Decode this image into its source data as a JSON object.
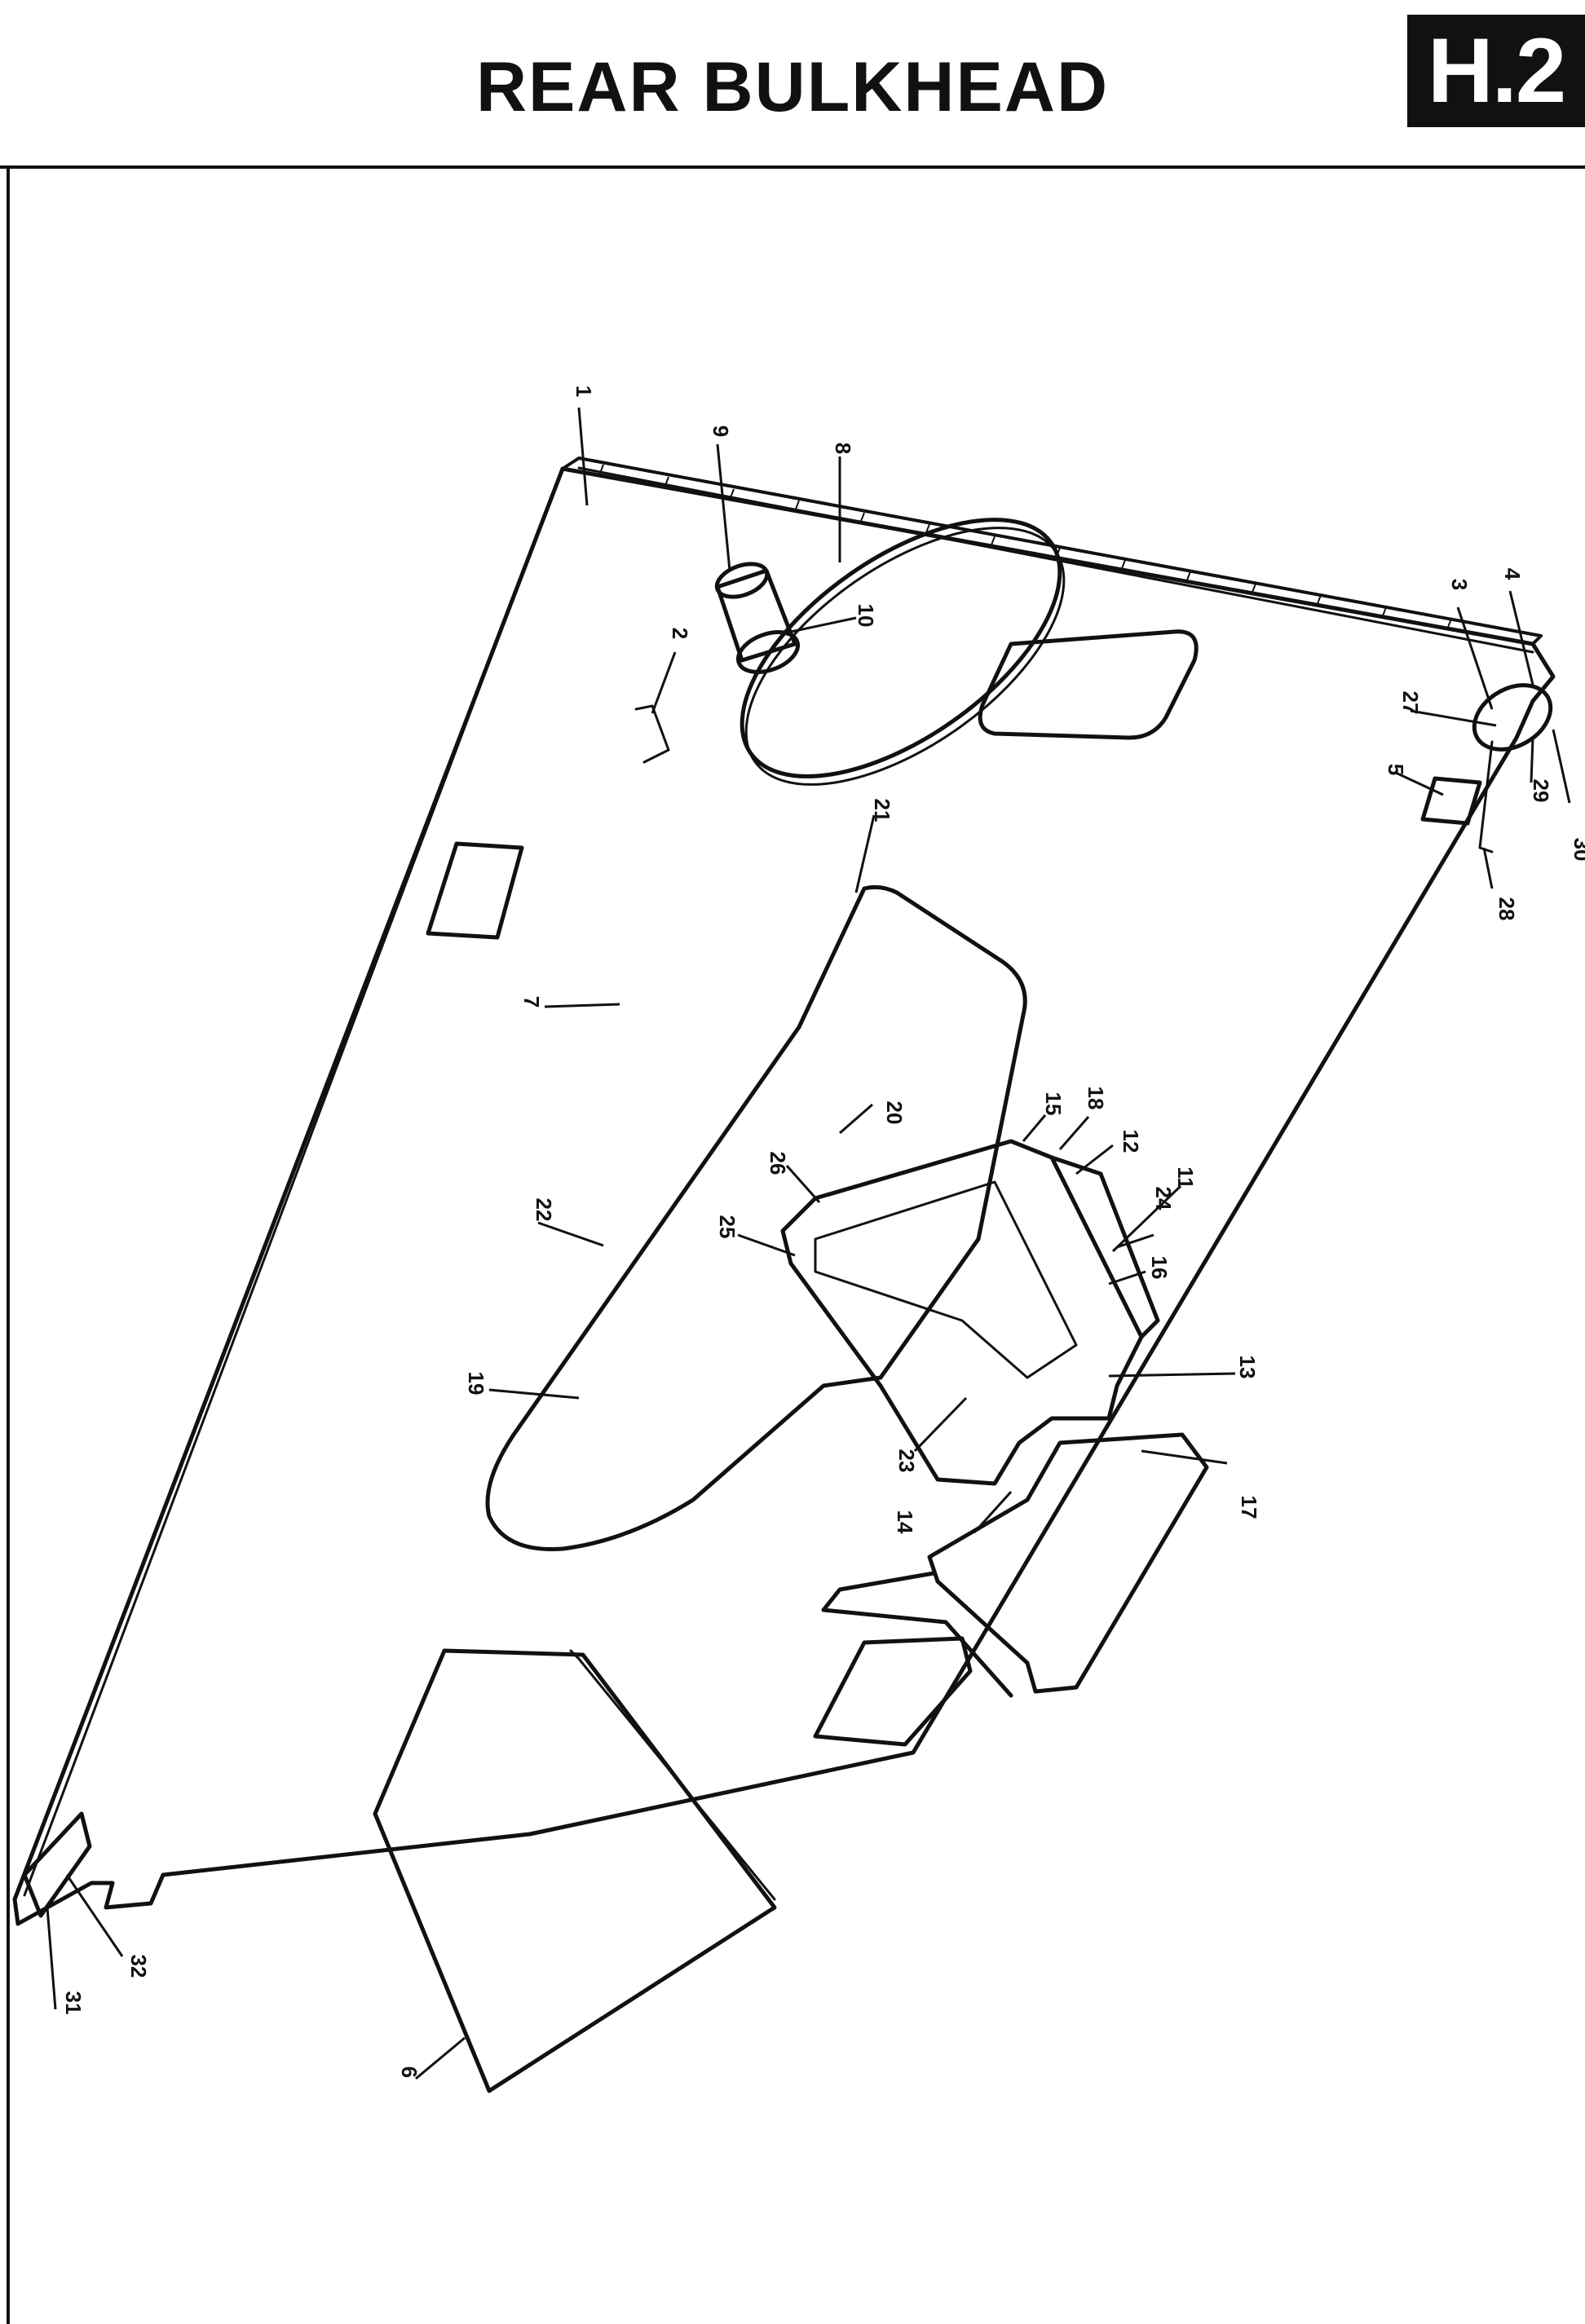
{
  "header": {
    "title": "REAR BULKHEAD",
    "section_tag": "H.2"
  },
  "callouts": [
    {
      "id": "c1",
      "label": "1"
    },
    {
      "id": "c2",
      "label": "2"
    },
    {
      "id": "c3",
      "label": "3"
    },
    {
      "id": "c4",
      "label": "4"
    },
    {
      "id": "c5",
      "label": "5"
    },
    {
      "id": "c6",
      "label": "6"
    },
    {
      "id": "c7",
      "label": "7"
    },
    {
      "id": "c8",
      "label": "8"
    },
    {
      "id": "c9",
      "label": "9"
    },
    {
      "id": "c10",
      "label": "10"
    },
    {
      "id": "c11",
      "label": "11"
    },
    {
      "id": "c12",
      "label": "12"
    },
    {
      "id": "c13",
      "label": "13"
    },
    {
      "id": "c14",
      "label": "14"
    },
    {
      "id": "c15",
      "label": "15"
    },
    {
      "id": "c16",
      "label": "16"
    },
    {
      "id": "c17",
      "label": "17"
    },
    {
      "id": "c18",
      "label": "18"
    },
    {
      "id": "c19",
      "label": "19"
    },
    {
      "id": "c20",
      "label": "20"
    },
    {
      "id": "c21",
      "label": "21"
    },
    {
      "id": "c22",
      "label": "22"
    },
    {
      "id": "c23",
      "label": "23"
    },
    {
      "id": "c24",
      "label": "24"
    },
    {
      "id": "c25",
      "label": "25"
    },
    {
      "id": "c26",
      "label": "26"
    },
    {
      "id": "c27",
      "label": "27"
    },
    {
      "id": "c28",
      "label": "28"
    },
    {
      "id": "c29",
      "label": "29"
    },
    {
      "id": "c30",
      "label": "30"
    },
    {
      "id": "c31",
      "label": "31"
    },
    {
      "id": "c32",
      "label": "32"
    }
  ]
}
